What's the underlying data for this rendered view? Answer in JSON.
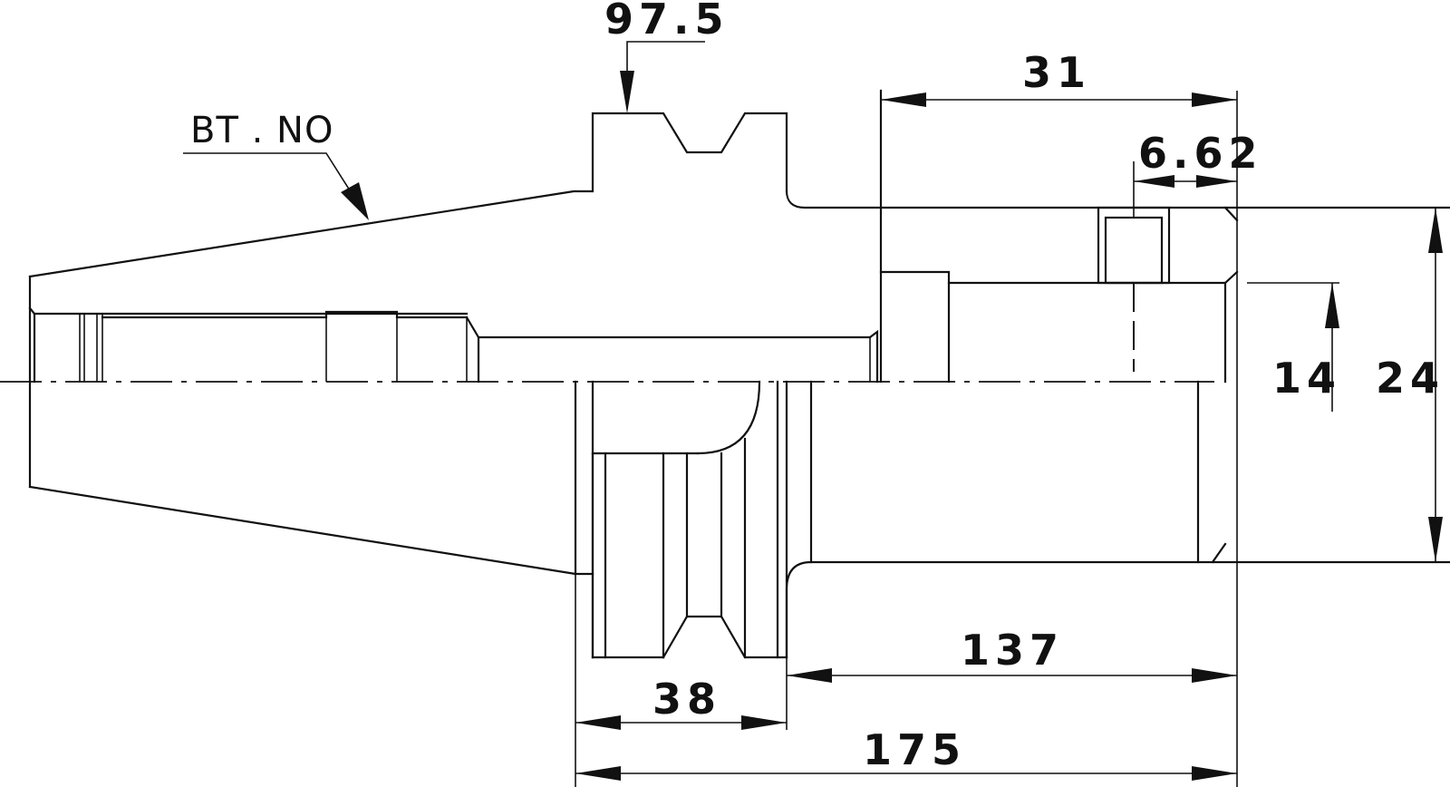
{
  "labels": {
    "taper": "BT . NO"
  },
  "dimensions": {
    "flange_gauge": "97.5",
    "bore_depth": "31",
    "screw_offset": "6.62",
    "bore_diameter": "14",
    "body_diameter": "24",
    "nose_length": "137",
    "flange_width": "38",
    "overall_length": "175"
  }
}
